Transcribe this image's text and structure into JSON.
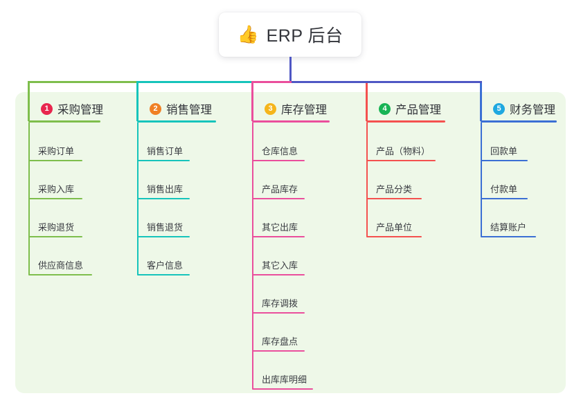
{
  "root": {
    "icon": "thumbs-up-icon",
    "icon_glyph": "👍",
    "title": "ERP 后台"
  },
  "theme": {
    "panel_bg": "#eef8e8",
    "page_bg": "#ffffff",
    "root_stem": "#4f57c4",
    "text": "#32343a"
  },
  "columns": [
    {
      "number": "1",
      "title": "采购管理",
      "color": "#7ebe4c",
      "badge_color": "#e8264e",
      "items": [
        {
          "label": "采购订单"
        },
        {
          "label": "采购入库"
        },
        {
          "label": "采购退货"
        },
        {
          "label": "供应商信息"
        }
      ]
    },
    {
      "number": "2",
      "title": "销售管理",
      "color": "#16c4bb",
      "badge_color": "#f08024",
      "items": [
        {
          "label": "销售订单"
        },
        {
          "label": "销售出库"
        },
        {
          "label": "销售退货"
        },
        {
          "label": "客户信息"
        }
      ]
    },
    {
      "number": "3",
      "title": "库存管理",
      "color": "#ea4e9c",
      "badge_color": "#f5b51b",
      "items": [
        {
          "label": "仓库信息"
        },
        {
          "label": "产品库存"
        },
        {
          "label": "其它出库"
        },
        {
          "label": "其它入库"
        },
        {
          "label": "库存调拨"
        },
        {
          "label": "库存盘点"
        },
        {
          "label": "出库库明细"
        }
      ]
    },
    {
      "number": "4",
      "title": "产品管理",
      "color": "#f4514f",
      "badge_color": "#18b455",
      "items": [
        {
          "label": "产品（物料）"
        },
        {
          "label": "产品分类"
        },
        {
          "label": "产品单位"
        }
      ]
    },
    {
      "number": "5",
      "title": "财务管理",
      "color": "#3b6fd4",
      "badge_color": "#1fa8e0",
      "items": [
        {
          "label": "回款单"
        },
        {
          "label": "付款单"
        },
        {
          "label": "结算账户"
        }
      ]
    }
  ]
}
